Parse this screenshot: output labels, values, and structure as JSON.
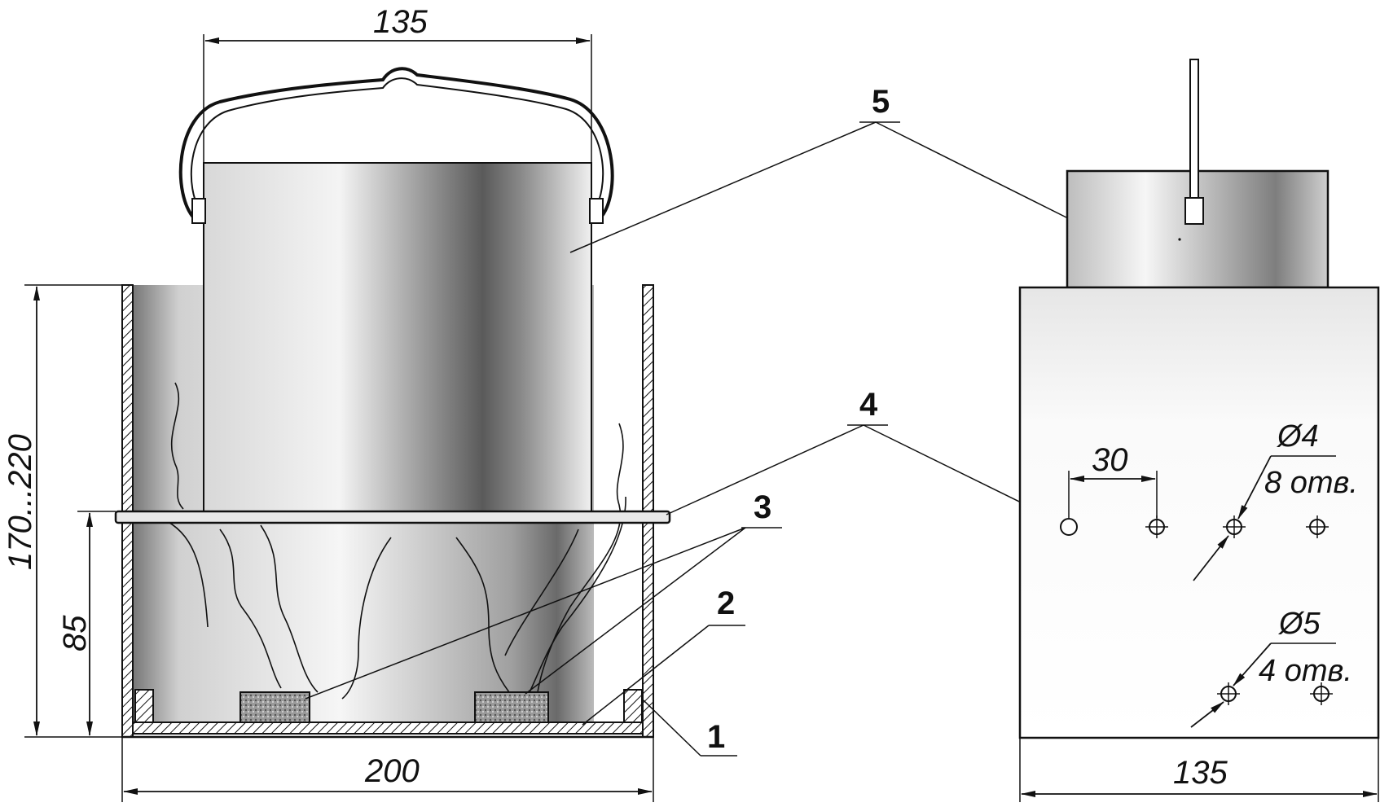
{
  "dimensions": {
    "pot_width": "135",
    "total_height": "170...220",
    "grate_height": "85",
    "body_width": "200",
    "side_width": "135",
    "hole_spacing": "30"
  },
  "callouts": {
    "base": "1",
    "bottom": "2",
    "fuel": "3",
    "grate": "4",
    "pot": "5"
  },
  "holes": {
    "upper": {
      "diameter": "Ø4",
      "count": "8 отв."
    },
    "lower": {
      "diameter": "Ø5",
      "count": "4 отв."
    }
  },
  "colors": {
    "ink": "#111111",
    "shade_dark": "#4a4a4a",
    "shade_light": "#f2f2f2"
  }
}
